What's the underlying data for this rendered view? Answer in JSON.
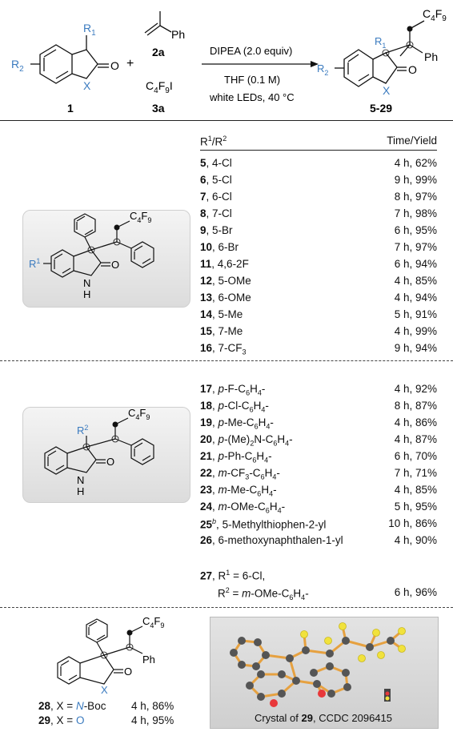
{
  "scheme": {
    "reactant1": {
      "r1": "R",
      "r1_sub": "1",
      "r2": "R",
      "r2_sub": "2",
      "x": "X",
      "o": "O",
      "label": "1"
    },
    "plus": "+",
    "alkene": {
      "ph": "Ph",
      "label": "2a"
    },
    "reagent": {
      "c": "C",
      "c_sub": "4",
      "f": "F",
      "f_sub": "9",
      "i": "I",
      "label": "3a"
    },
    "conditions": [
      "DIPEA (2.0 equiv)",
      "THF (0.1 M)",
      "white LEDs, 40 °C"
    ],
    "product": {
      "r1": "R",
      "r1_sub": "1",
      "r2": "R",
      "r2_sub": "2",
      "x": "X",
      "o": "O",
      "ph": "Ph",
      "c": "C",
      "c_sub": "4",
      "f": "F",
      "f_sub": "9",
      "label": "5-29"
    }
  },
  "section1": {
    "header_left": {
      "r": "R",
      "sup1": "1",
      "slash": "/R",
      "sup2": "2"
    },
    "header_right": "Time/Yield",
    "structure": {
      "c": "C",
      "c_sub": "4",
      "f": "F",
      "f_sub": "9",
      "r": "R",
      "r_sup": "1",
      "o": "O",
      "n": "N",
      "h": "H"
    },
    "rows": [
      {
        "num": "5",
        "sub": "4-Cl",
        "result": "4 h, 62%"
      },
      {
        "num": "6",
        "sub": "5-Cl",
        "result": "9 h, 99%"
      },
      {
        "num": "7",
        "sub": "6-Cl",
        "result": "8 h, 97%"
      },
      {
        "num": "8",
        "sub": "7-Cl",
        "result": "7 h, 98%"
      },
      {
        "num": "9",
        "sub": "5-Br",
        "result": "6 h, 95%"
      },
      {
        "num": "10",
        "sub": "6-Br",
        "result": "7 h, 97%"
      },
      {
        "num": "11",
        "sub": "4,6-2F",
        "result": "6 h, 94%"
      },
      {
        "num": "12",
        "sub": "5-OMe",
        "result": "4 h, 85%"
      },
      {
        "num": "13",
        "sub": "6-OMe",
        "result": "4 h, 94%"
      },
      {
        "num": "14",
        "sub": "5-Me",
        "result": "5 h, 91%"
      },
      {
        "num": "15",
        "sub": "7-Me",
        "result": "4 h, 99%"
      },
      {
        "num": "16",
        "sub": "7-CF",
        "sub_sub": "3",
        "result": "9 h, 94%"
      }
    ]
  },
  "section2": {
    "structure": {
      "c": "C",
      "c_sub": "4",
      "f": "F",
      "f_sub": "9",
      "r": "R",
      "r_sup": "2",
      "o": "O",
      "n": "N",
      "h": "H"
    },
    "rows": [
      {
        "num": "17",
        "pre": "p",
        "sub": "-F-C",
        "s1": "6",
        "mid": "H",
        "s2": "4",
        "post": "-",
        "result": "4 h, 92%"
      },
      {
        "num": "18",
        "pre": "p",
        "sub": "-Cl-C",
        "s1": "6",
        "mid": "H",
        "s2": "4",
        "post": "-",
        "result": "8 h, 87%"
      },
      {
        "num": "19",
        "pre": "p",
        "sub": "-Me-C",
        "s1": "6",
        "mid": "H",
        "s2": "4",
        "post": "-",
        "result": "4 h, 86%"
      },
      {
        "num": "20",
        "pre": "p",
        "sub": "-(Me)",
        "s0": "2",
        "sub2": "N-C",
        "s1": "6",
        "mid": "H",
        "s2": "4",
        "post": "-",
        "result": "4 h, 87%"
      },
      {
        "num": "21",
        "pre": "p",
        "sub": "-Ph-C",
        "s1": "6",
        "mid": "H",
        "s2": "4",
        "post": "-",
        "result": "6 h, 70%"
      },
      {
        "num": "22",
        "pre": "m",
        "sub": "-CF",
        "s0": "3",
        "sub2": "-C",
        "s1": "6",
        "mid": "H",
        "s2": "4",
        "post": "-",
        "result": "7 h, 71%"
      },
      {
        "num": "23",
        "pre": "m",
        "sub": "-Me-C",
        "s1": "6",
        "mid": "H",
        "s2": "4",
        "post": "-",
        "result": "4 h, 85%"
      },
      {
        "num": "24",
        "pre": "m",
        "sub": "-OMe-C",
        "s1": "6",
        "mid": "H",
        "s2": "4",
        "post": "-",
        "result": "5 h, 95%"
      },
      {
        "num": "25",
        "sup": "b",
        "sub": "5-Methylthiophen-2-yl",
        "result": "10 h, 86%"
      },
      {
        "num": "26",
        "sub": "6-methoxynaphthalen-1-yl",
        "result": "4 h, 90%"
      }
    ],
    "row27": {
      "num": "27",
      "line1_a": "R",
      "line1_sup": "1",
      "line1_b": " = 6-Cl,",
      "line2_a": "R",
      "line2_sup": "2",
      "line2_b": " = ",
      "line2_m": "m",
      "line2_c": "-OMe-C",
      "line2_s1": "6",
      "line2_h": "H",
      "line2_s2": "4",
      "line2_d": "-",
      "result": "6 h, 96%"
    }
  },
  "section3": {
    "structure": {
      "c": "C",
      "c_sub": "4",
      "f": "F",
      "f_sub": "9",
      "ph": "Ph",
      "o": "O",
      "x": "X"
    },
    "entry28": {
      "num": "28",
      "pre": ", X = ",
      "val": "N",
      "post": "-Boc",
      "result": "4 h, 86%"
    },
    "entry29": {
      "num": "29",
      "pre": ", X = ",
      "val": "O",
      "result": "4 h, 95%"
    },
    "crystal_caption": {
      "pre": "Crystal of ",
      "num": "29",
      "post": ", CCDC 2096415"
    }
  },
  "colors": {
    "accent_blue": "#3b7bbf",
    "crystal_o": "#e8383a",
    "crystal_f": "#f1e23c",
    "crystal_c": "#555555",
    "crystal_bond": "#e6a140"
  }
}
